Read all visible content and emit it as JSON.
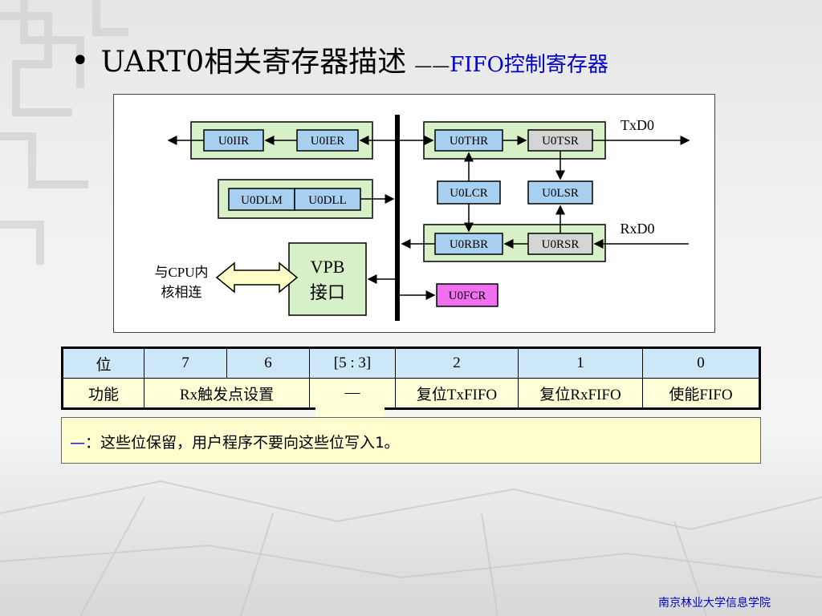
{
  "slide": {
    "bullet": "•",
    "title": "UART0相关寄存器描述",
    "title_dash": "——",
    "subtitle": "FIFO控制寄存器",
    "footer": "南京林业大学信息学院"
  },
  "diagram": {
    "registers": {
      "u0iir": "U0IIR",
      "u0ier": "U0IER",
      "u0dlm": "U0DLM",
      "u0dll": "U0DLL",
      "u0thr": "U0THR",
      "u0tsr": "U0TSR",
      "u0lcr": "U0LCR",
      "u0lsr": "U0LSR",
      "u0rbr": "U0RBR",
      "u0rsr": "U0RSR",
      "u0fcr": "U0FCR"
    },
    "vpb_line1": "VPB",
    "vpb_line2": "接口",
    "cpu_line1": "与CPU内",
    "cpu_line2": "核相连",
    "txd": "TxD0",
    "rxd": "RxD0",
    "colors": {
      "reg_blue": "#a8d0f0",
      "reg_gray": "#d4d4d4",
      "reg_pink": "#f070f0",
      "group_green": "#d8f0c8",
      "vpb_green": "#d8f0c8",
      "cpu_arrow": "#ffffc8"
    }
  },
  "table": {
    "header": [
      "位",
      "7",
      "6",
      "[5 : 3]",
      "2",
      "1",
      "0"
    ],
    "func_label": "功能",
    "rx_trigger": "Rx触发点设置",
    "reserved": "—",
    "bit2": "复位TxFIFO",
    "bit1": "复位RxFIFO",
    "bit0": "使能FIFO"
  },
  "note": {
    "symbol": "—",
    "text": "：这些位保留，用户程序不要向这些位写入",
    "value": "1",
    "end": "。"
  }
}
